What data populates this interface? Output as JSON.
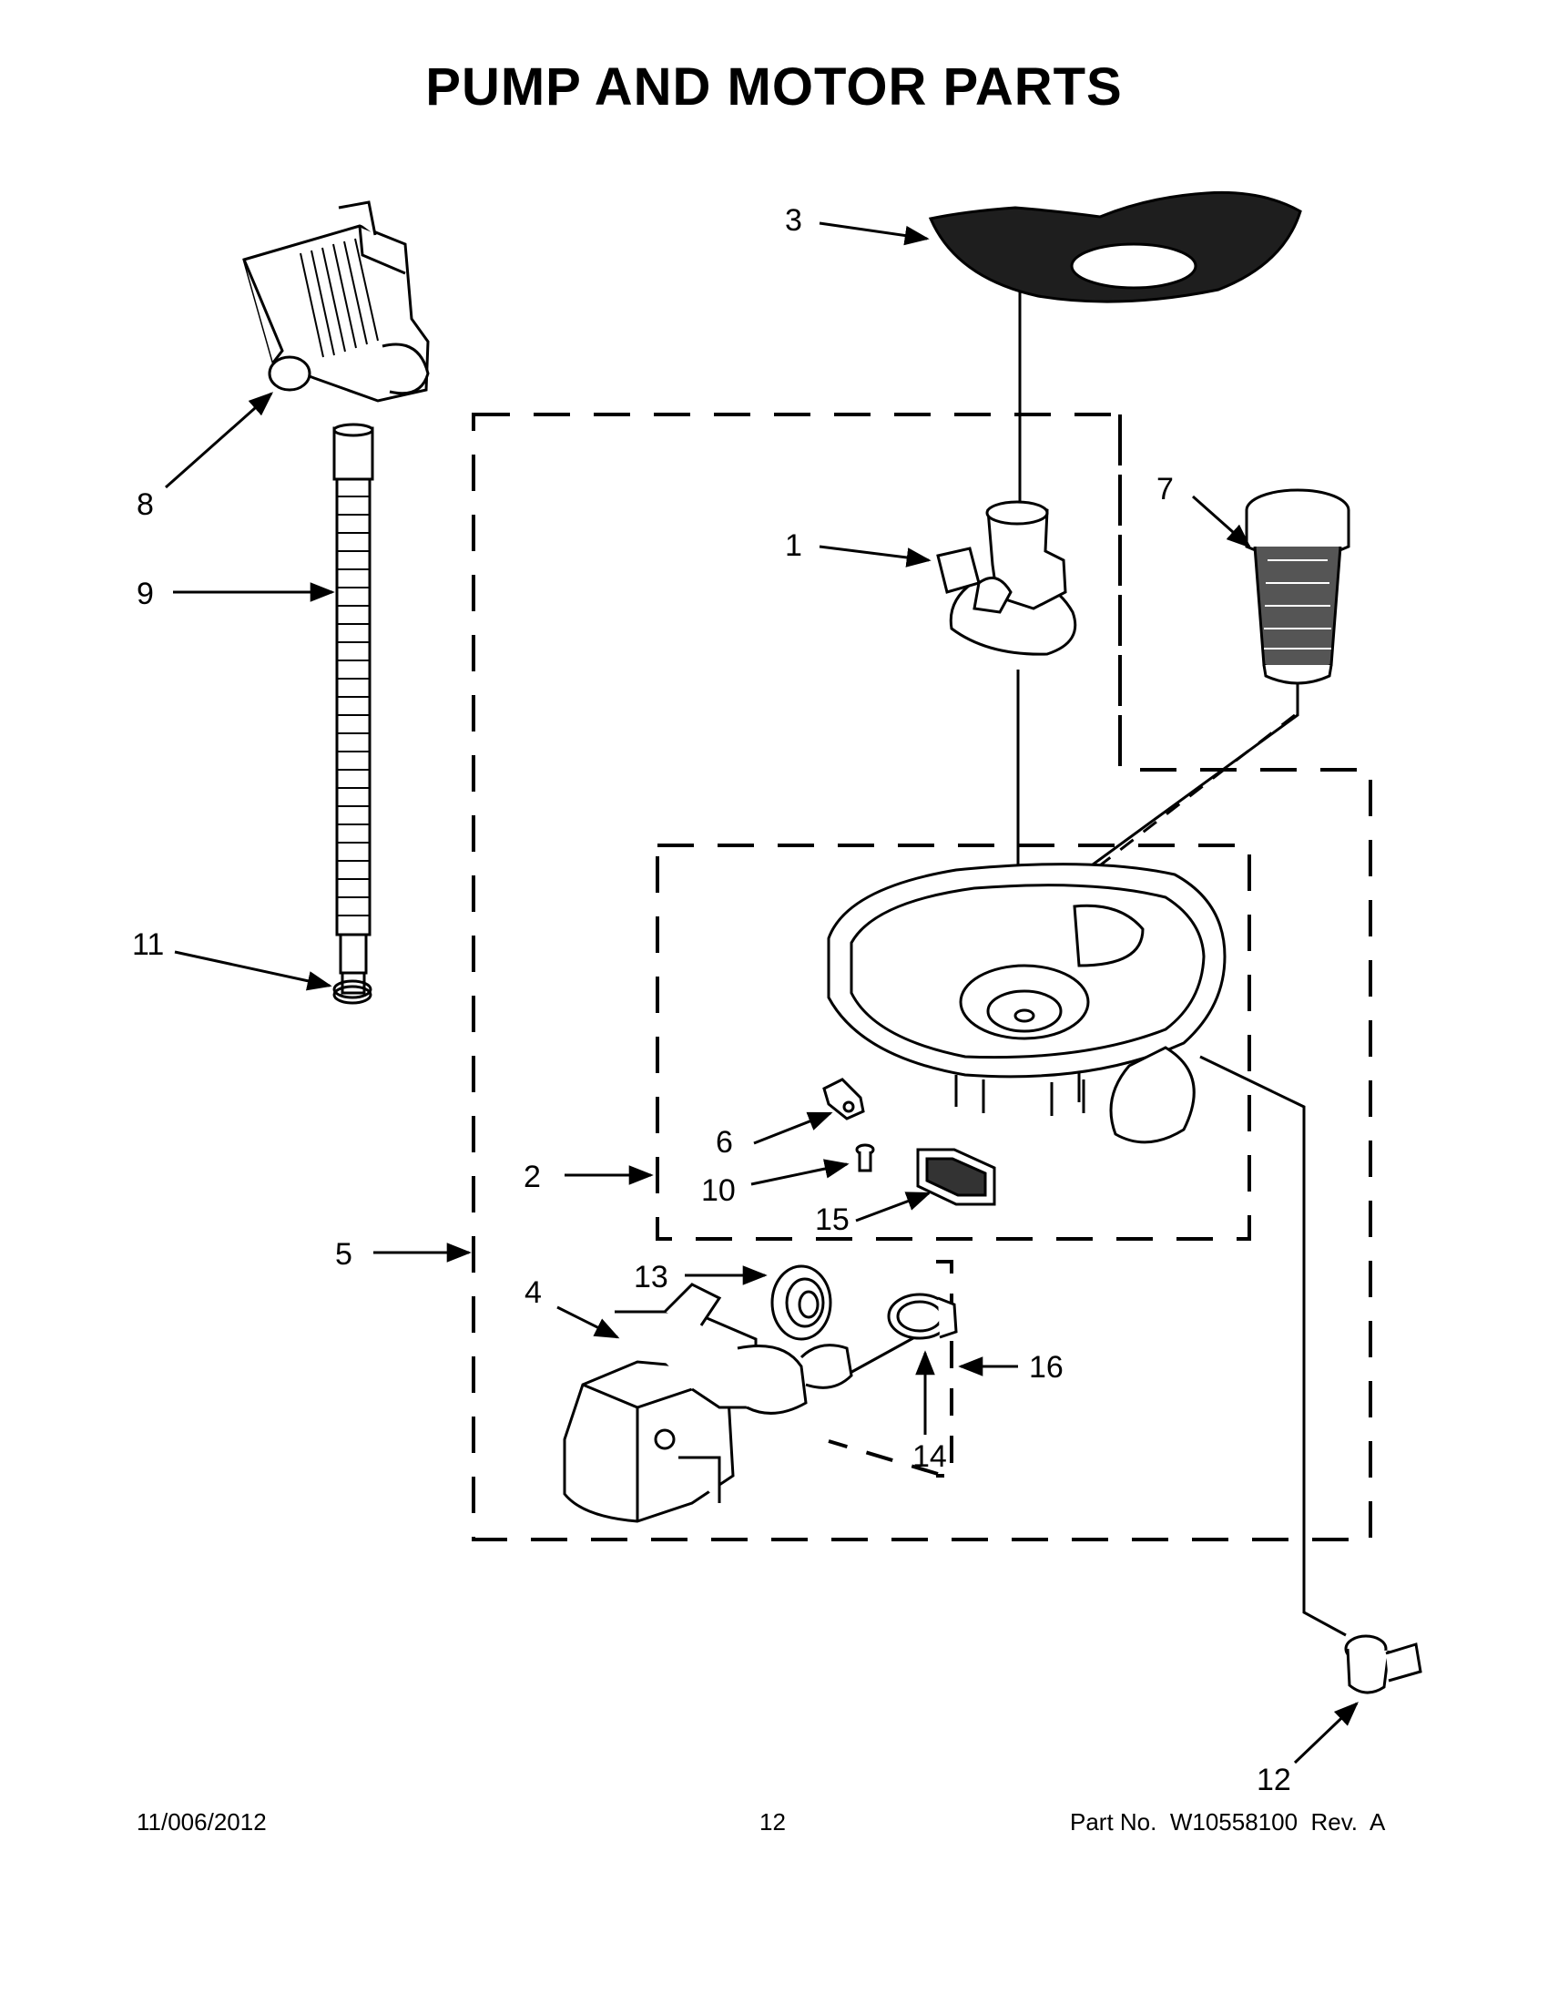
{
  "title": "PUMP AND MOTOR PARTS",
  "footer": {
    "date": "11/006/2012",
    "page": "12",
    "part_number": "Part No.  W10558100  Rev.  A"
  },
  "callouts": {
    "c1": "1",
    "c2": "2",
    "c3": "3",
    "c4": "4",
    "c5": "5",
    "c6": "6",
    "c7": "7",
    "c8": "8",
    "c9": "9",
    "c10": "10",
    "c11": "11",
    "c12": "12",
    "c13": "13",
    "c14": "14",
    "c15": "15",
    "c16": "16"
  }
}
